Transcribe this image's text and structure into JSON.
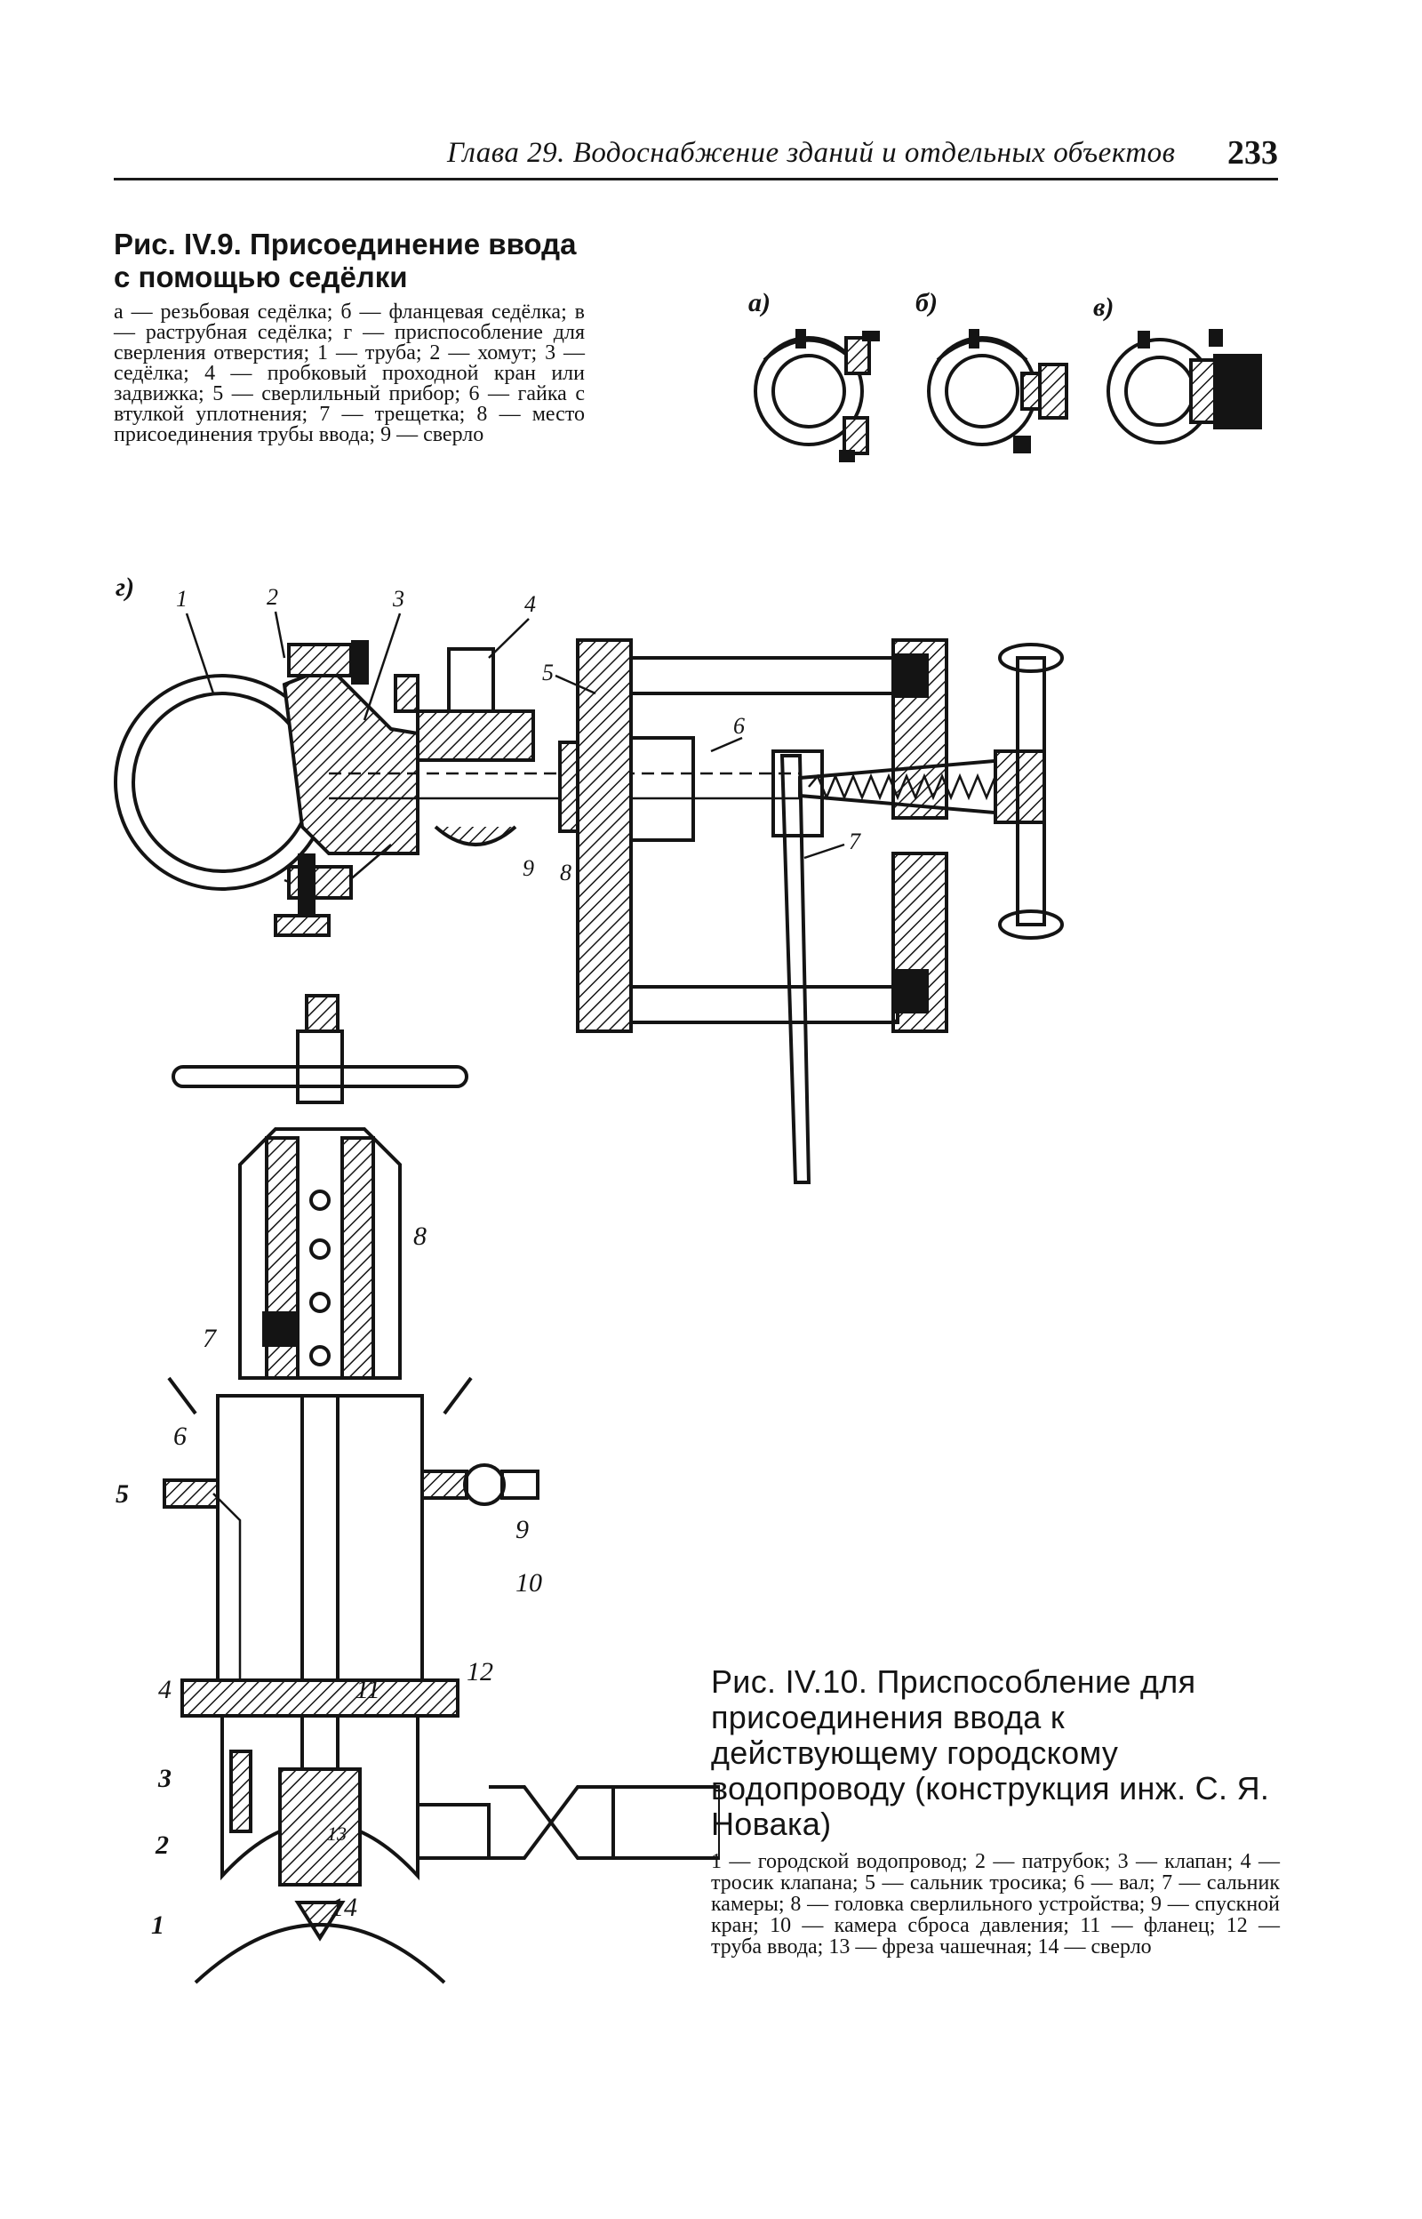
{
  "header": {
    "running_head": "Глава 29. Водоснабжение зданий и отдельных объектов",
    "page_number": "233"
  },
  "figure_9": {
    "title": "Рис. IV.9. Присоединение ввода с помощью седёлки",
    "legend": "а — резьбовая седёлка; б — фланцевая седёлка; в — раструбная седёлка; г — приспособление для сверления отверстия; 1 — труба; 2 — хомут; 3 — седёлка; 4 — пробковый проходной кран или задвижка; 5 — сверлильный прибор; 6 — гайка с втулкой уплотнения; 7 — трещетка; 8 — место присоединения трубы ввода; 9 — сверло",
    "panel_labels": [
      "а)",
      "б)",
      "в)",
      "г)"
    ],
    "callouts": [
      "1",
      "2",
      "3",
      "4",
      "5",
      "6",
      "7",
      "8",
      "9"
    ]
  },
  "figure_10": {
    "title": "Рис. IV.10. Приспособление для присоединения ввода к действующему городскому водопроводу (конструкция инж. С. Я. Новака)",
    "legend": "1 — городской водопровод; 2 — патрубок; 3 — клапан; 4 — тросик клапана; 5 — сальник тросика; 6 — вал; 7 — сальник камеры; 8 — головка сверлильного устройства; 9 — спускной кран; 10 — камера сброса давления; 11 — фланец; 12 — труба ввода; 13 — фреза чашечная; 14 — сверло",
    "callouts": [
      "1",
      "2",
      "3",
      "4",
      "5",
      "6",
      "7",
      "8",
      "9",
      "10",
      "11",
      "12",
      "13",
      "14"
    ]
  },
  "colors": {
    "ink": "#141414",
    "paper": "#ffffff"
  }
}
